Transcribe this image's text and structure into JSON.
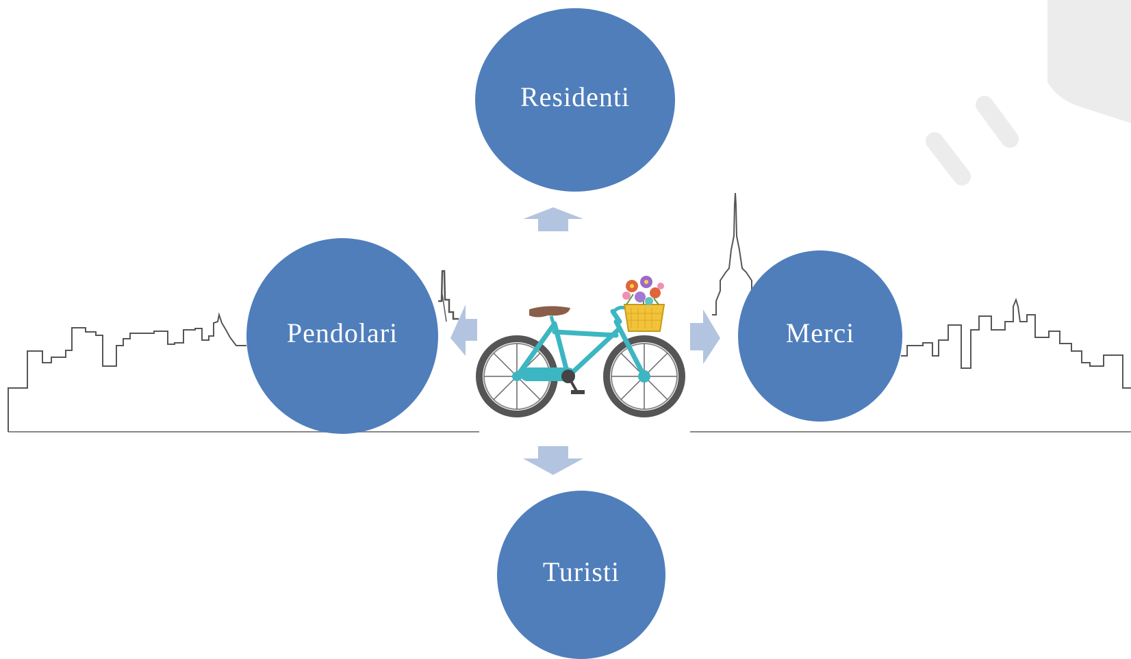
{
  "diagram": {
    "center": {
      "icon": "bicycle-with-flower-basket-icon"
    },
    "nodes": {
      "top": {
        "label": "Residenti"
      },
      "left": {
        "label": "Pendolari"
      },
      "right": {
        "label": "Merci"
      },
      "bottom": {
        "label": "Turisti"
      }
    },
    "background": {
      "left_skyline": "city-skyline-icon",
      "right_skyline": "city-skyline-icon",
      "watermark": "logo-watermark-icon"
    }
  },
  "colors": {
    "node_fill": "#4f7ebb",
    "arrow_fill": "#b3c4e0",
    "skyline_stroke": "#555555",
    "watermark": "#ececec"
  }
}
